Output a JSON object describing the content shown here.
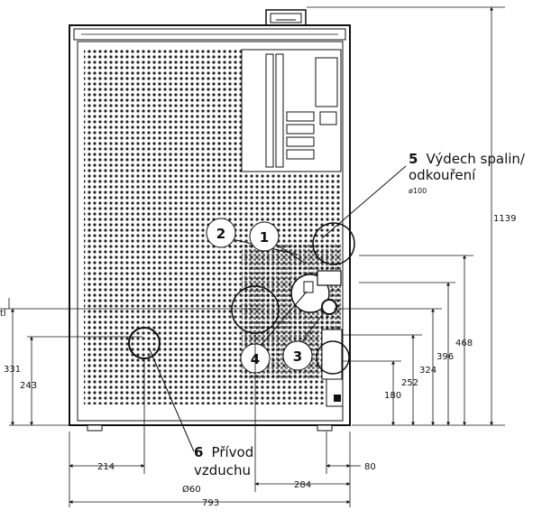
{
  "callouts": {
    "exhaust": {
      "number": "5",
      "line1": "Výdech spalin/",
      "line2": "odkouření",
      "diameter": "ø100"
    },
    "air_intake": {
      "number": "6",
      "line1": "Přívod",
      "line2": "vzduchu",
      "diameter": "Ø60"
    }
  },
  "connections": {
    "c1": "1",
    "c2": "2",
    "c3": "3",
    "c4": "4"
  },
  "dimensions": {
    "height_total": "1139",
    "h_468": "468",
    "h_396": "396",
    "h_324": "324",
    "h_252": "252",
    "h_180": "180",
    "h_331": "331",
    "h_243": "243",
    "w_214": "214",
    "w_284": "284",
    "w_80": "80",
    "width_total": "793",
    "cut_label": "tl"
  }
}
